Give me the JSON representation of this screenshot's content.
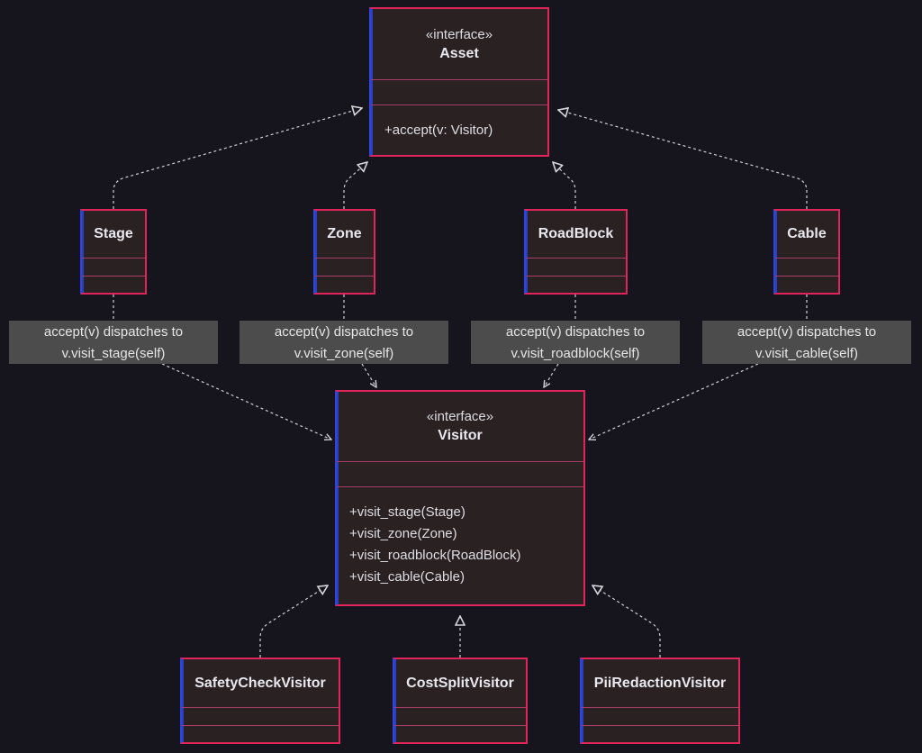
{
  "asset": {
    "stereotype": "«interface»",
    "name": "Asset",
    "methods": [
      "+accept(v: Visitor)"
    ]
  },
  "visitor": {
    "stereotype": "«interface»",
    "name": "Visitor",
    "methods": [
      "+visit_stage(Stage)",
      "+visit_zone(Zone)",
      "+visit_roadblock(RoadBlock)",
      "+visit_cable(Cable)"
    ]
  },
  "assets": [
    {
      "name": "Stage",
      "note_line1": "accept(v) dispatches to",
      "note_line2": "v.visit_stage(self)"
    },
    {
      "name": "Zone",
      "note_line1": "accept(v) dispatches to",
      "note_line2": "v.visit_zone(self)"
    },
    {
      "name": "RoadBlock",
      "note_line1": "accept(v) dispatches to",
      "note_line2": "v.visit_roadblock(self)"
    },
    {
      "name": "Cable",
      "note_line1": "accept(v) dispatches to",
      "note_line2": "v.visit_cable(self)"
    }
  ],
  "visitors": [
    {
      "name": "SafetyCheckVisitor"
    },
    {
      "name": "CostSplitVisitor"
    },
    {
      "name": "PiiRedactionVisitor"
    }
  ],
  "colors": {
    "background": "#16141d",
    "box_fill": "#2a2222",
    "border_red": "#e1245a",
    "border_blue": "#3146d6",
    "note_fill": "#4c4c4c",
    "edge": "#cfcfd4"
  }
}
